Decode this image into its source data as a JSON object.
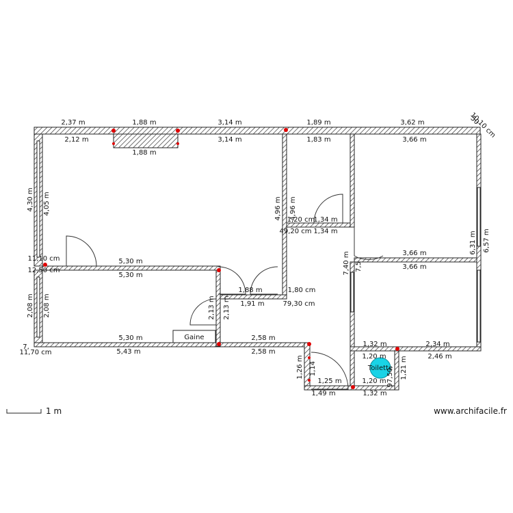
{
  "plan": {
    "dimensions": {
      "top_outer_1": "2,37 m",
      "top_inner_1": "2,12 m",
      "top_outer_2": "1,88 m",
      "block_label": "1,88 m",
      "top_outer_3": "3,14 m",
      "top_inner_3": "3,14 m",
      "top_outer_4": "1,89 m",
      "top_inner_4": "1,83 m",
      "top_outer_5": "3,62 m",
      "top_inner_5": "3,66 m",
      "corner_right": "10,10 cm",
      "corner_right_small": "50",
      "left_outer_1": "4,30 m",
      "left_inner_1": "4,05 m",
      "left_small_a": "11,10 cm",
      "left_small_b": "12,50 cm",
      "left_outer_2": "2,08 m",
      "left_inner_2": "2,08 m",
      "left_small_c": "7,",
      "bottom_left_cm": "11,70 cm",
      "mid_wall_1": "5,30 m",
      "mid_wall_1b": "5,30 m",
      "bottom_wall_1": "5,30 m",
      "bottom_wall_1b": "5,43 m",
      "bottom_wall_2": "2,58 m",
      "bottom_wall_2b": "2,58 m",
      "partition_v_1": "4,96 m",
      "partition_v_1b": "4,96 m",
      "hall_top_a": "1,20 cm",
      "hall_top_b": "1,34 m",
      "hall_top_c": "49,20 cm",
      "hall_top_d": "1,34 m",
      "closet_top": "1,88 m",
      "closet_bottom": "1,91 m",
      "closet_right_a": "1,80 cm",
      "closet_right_b": "79,30 cm",
      "closet_h_1": "2,13 m",
      "closet_h_2": "2,13 m",
      "right_room_h": "7,40 m",
      "right_room_h2": "7,5",
      "right_mid_1": "3,66 m",
      "right_mid_2": "3,66 m",
      "right_wall_1": "6,31 m",
      "right_wall_2": "6,57 m",
      "bottom_right_1": "1,32 m",
      "bottom_right_2": "2,34 m",
      "bottom_right_3": "1,20 m",
      "bottom_right_4": "2,46 m",
      "toilet_top": "1,20 m",
      "toilet_bottom": "1,20 m",
      "toilet_side": "1,21 m",
      "toilet_side_b": "97,50",
      "toilet_base": "1,32 m",
      "entry_h_1": "1,26 m",
      "entry_h_2": "1,14",
      "entry_w_1": "1,25 m",
      "entry_w_2": "1,49 m"
    },
    "labels": {
      "duct": "Gaine",
      "toilet": "Toilette"
    }
  },
  "scale": {
    "label": "1 m"
  },
  "credit": "www.archifacile.fr",
  "colors": {
    "wall_stroke": "#222222",
    "node": "#e00000",
    "sink": "#19d3e6"
  }
}
